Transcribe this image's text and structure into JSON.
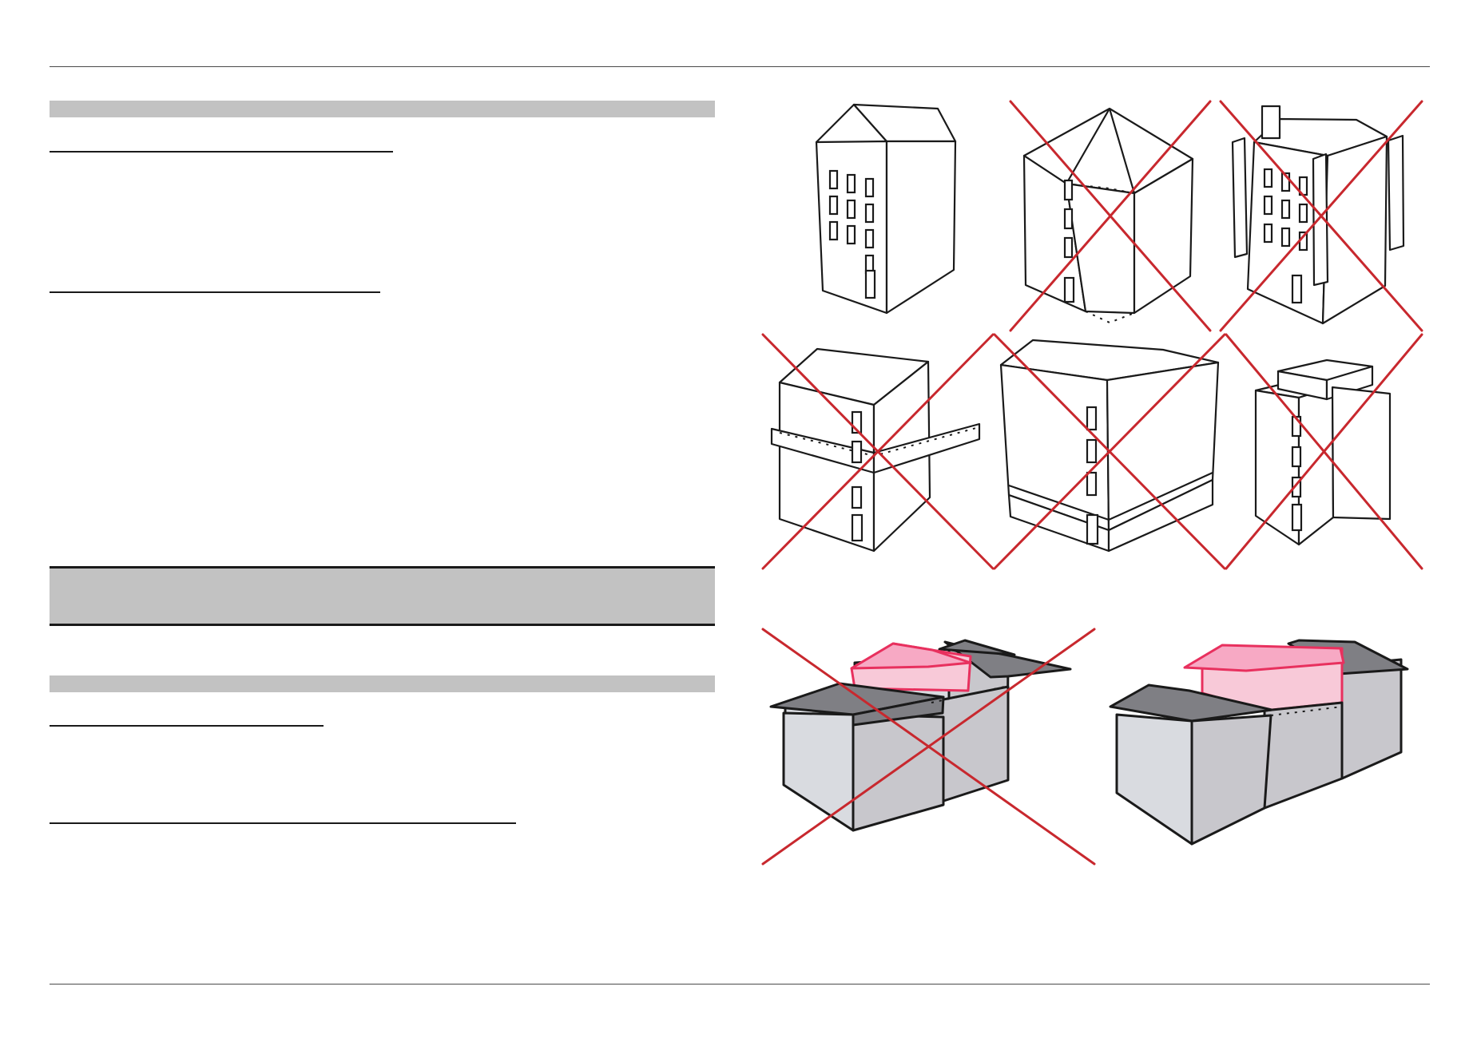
{
  "page": {
    "background": "#ffffff",
    "accent_grey": "#c2c2c2",
    "cross_color": "#c8282e",
    "extension_highlight": "#f7a9c4"
  },
  "figures": {
    "top_grid": [
      {
        "name": "tall-gabled-building",
        "crossed": false
      },
      {
        "name": "octagonal-pyramid-roof-building",
        "crossed": true
      },
      {
        "name": "building-with-chimney-towers",
        "crossed": true
      },
      {
        "name": "building-with-mid-band",
        "crossed": true
      },
      {
        "name": "wide-building-with-plinth",
        "crossed": true
      },
      {
        "name": "flat-roof-tower-block",
        "crossed": true
      }
    ],
    "bottom_pair": [
      {
        "name": "terrace-extension-high",
        "crossed": true
      },
      {
        "name": "terrace-extension-set-back",
        "crossed": false
      }
    ]
  }
}
